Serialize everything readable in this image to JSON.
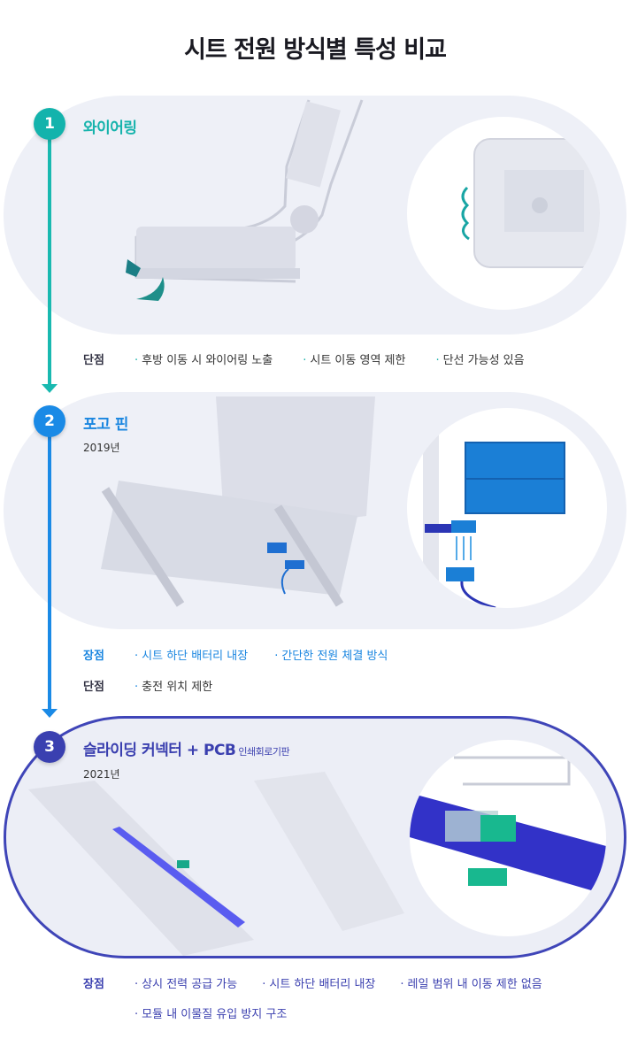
{
  "title": "시트 전원 방식별 특성 비교",
  "colors": {
    "step1": "#13b3ac",
    "step2": "#1a8ae6",
    "step3": "#3a40b0",
    "panel_bg": "#eef0f7"
  },
  "sections": [
    {
      "number": "1",
      "title": "와이어링",
      "rows": [
        {
          "label": "단점",
          "items": [
            "후방 이동 시 와이어링 노출",
            "시트 이동 영역 제한",
            "단선 가능성 있음"
          ]
        }
      ]
    },
    {
      "number": "2",
      "title": "포고 핀",
      "year": "2019년",
      "rows": [
        {
          "label": "장점",
          "items": [
            "시트 하단 배터리 내장",
            "간단한 전원 체결 방식"
          ]
        },
        {
          "label": "단점",
          "items": [
            "충전 위치 제한"
          ]
        }
      ]
    },
    {
      "number": "3",
      "title": "슬라이딩 커넥터 + PCB",
      "subtitle": "인쇄회로기판",
      "year": "2021년",
      "rows": [
        {
          "label": "장점",
          "items": [
            "상시 전력 공급 가능",
            "시트 하단 배터리 내장",
            "레일 범위 내 이동 제한 없음",
            "모듈 내 이물질 유입 방지 구조"
          ]
        }
      ]
    }
  ]
}
